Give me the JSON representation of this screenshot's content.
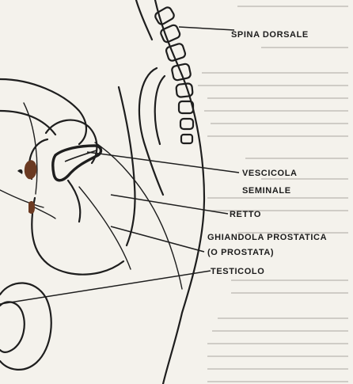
{
  "diagram": {
    "labels": {
      "spine": "SPINA DORSALE",
      "seminal_vesicle_line1": "VESCICOLA",
      "seminal_vesicle_line2": "SEMINALE",
      "rectum": "RETTO",
      "prostate_line1": "GHIANDOLA PROSTATICA",
      "prostate_line2": "(O PROSTATA)",
      "testicle": "TESTICOLO"
    },
    "colors": {
      "paper": "#f4f2ec",
      "ink": "#1e1e1e",
      "bleed_through_text": "#b9b6ae",
      "tissue_accent": "#6b3a22"
    }
  }
}
